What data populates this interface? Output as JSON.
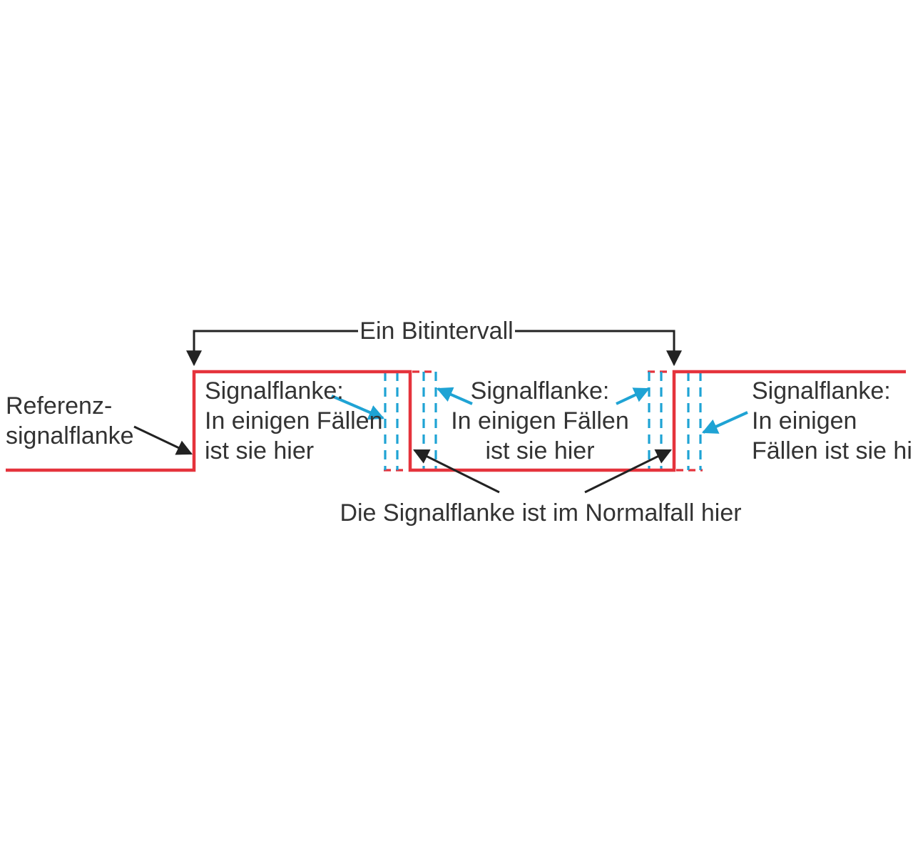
{
  "colors": {
    "signal": "#e5333c",
    "jitter": "#1fa3d4",
    "arrow": "#222222",
    "text": "#333333",
    "background": "#ffffff"
  },
  "labels": {
    "bit_interval": "Ein Bitintervall",
    "reference_edge": [
      "Referenz-",
      "signalflanke"
    ],
    "edge_left": [
      "Signalflanke:",
      "In einigen Fällen",
      "ist sie hier"
    ],
    "edge_middle": [
      "Signalflanke:",
      "In einigen Fällen",
      "ist sie hier"
    ],
    "edge_right": [
      "Signalflanke:",
      "In einigen",
      "Fällen ist sie hier"
    ],
    "normal_edge": "Die Signalflanke ist im Normalfall hier"
  }
}
